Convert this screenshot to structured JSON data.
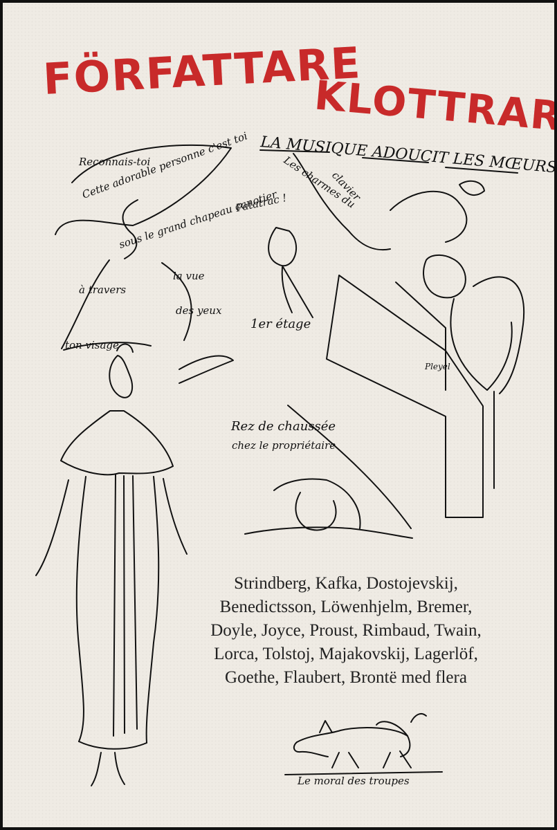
{
  "cover": {
    "title_line_1": "FÖRFATTARE",
    "title_line_2": "KLOTTRAR",
    "headline_drawing_caption": "LA MUSIQUE ADOUCIT LES MŒURS.",
    "etage_label": "1er étage",
    "ground_floor_label": "Rez de chaussée",
    "authors": [
      "Strindberg, Kafka, Dostojevskij,",
      "Benedictsson, Löwenhjelm, Bremer,",
      "Doyle, Joyce, Proust, Rimbaud, Twain,",
      "Lorca, Tolstoj, Majakovskij, Lagerlöf,",
      "Goethe, Flaubert, Brontë med flera"
    ],
    "dog_caption": "Le moral des troupes"
  },
  "colors": {
    "title_red": "#c82a2a",
    "paper": "#efebe4",
    "ink": "#111111"
  }
}
